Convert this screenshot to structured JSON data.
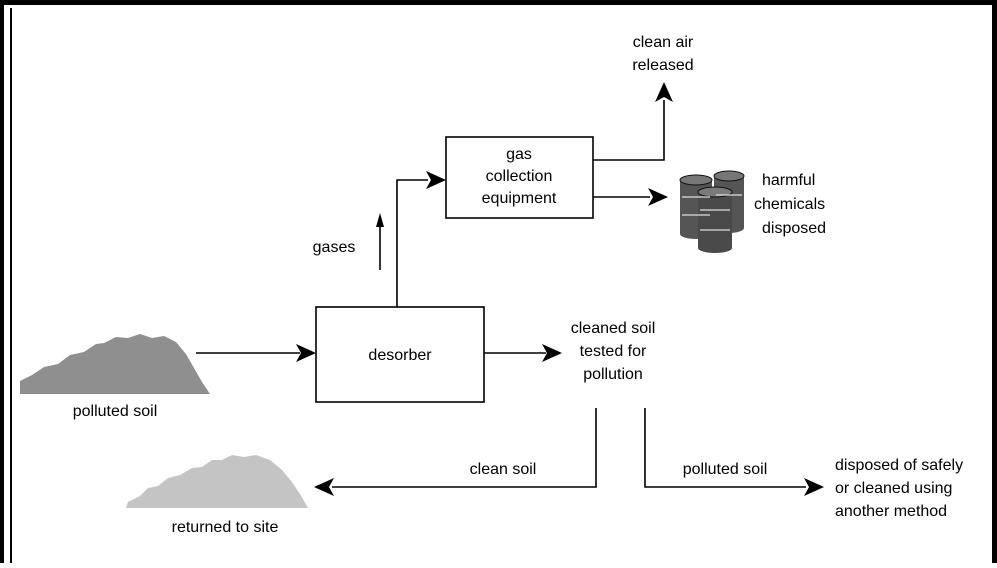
{
  "boxes": {
    "desorber": "desorber",
    "gas_collection": [
      "gas",
      "collection",
      "equipment"
    ]
  },
  "labels": {
    "clean_air": [
      "clean air",
      "released"
    ],
    "harmful_chemicals": [
      "harmful",
      "chemicals",
      "disposed"
    ],
    "gases": "gases",
    "polluted_soil_source": "polluted soil",
    "cleaned_soil": [
      "cleaned soil",
      "tested for",
      "pollution"
    ],
    "clean_soil_path": "clean soil",
    "returned_to_site": "returned to site",
    "polluted_soil_path": "polluted soil",
    "disposed": [
      "disposed of safely",
      "or cleaned using",
      "another method"
    ]
  },
  "colors": {
    "polluted_pile": "#8f8f8f",
    "clean_pile": "#c4c4c4",
    "barrel": "#555555",
    "border": "#000000"
  }
}
